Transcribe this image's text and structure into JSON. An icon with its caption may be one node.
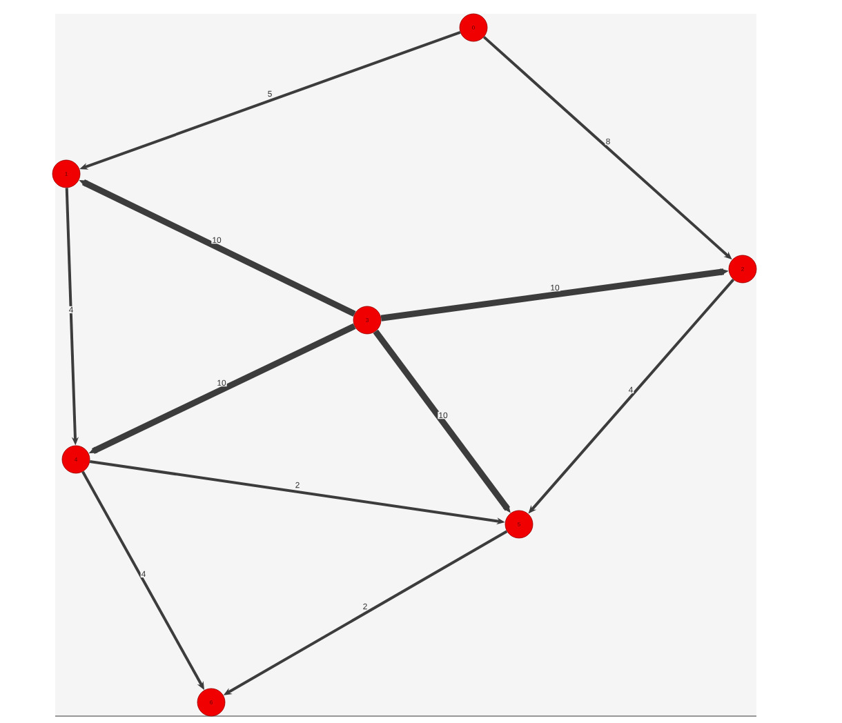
{
  "diagram": {
    "nodes": [
      {
        "text": [
          "0"
        ]
      },
      {
        "text": [
          "1"
        ]
      },
      {
        "text": [
          "2"
        ]
      },
      {
        "text": [
          "3"
        ]
      },
      {
        "text": [
          "4"
        ]
      },
      {
        "text": [
          "5"
        ]
      },
      {
        "text": [
          "6"
        ]
      }
    ],
    "edges": [
      {
        "from": 0,
        "to": 1,
        "arrow": "to",
        "label": "5"
      },
      {
        "from": 0,
        "to": 2,
        "arrow": "to",
        "label": "8"
      },
      {
        "from": 3,
        "to": 1,
        "arrow": "to",
        "label": "10",
        "style": "thick"
      },
      {
        "from": 3,
        "to": 2,
        "arrow": "to",
        "label": "10",
        "style": "thick"
      },
      {
        "from": 1,
        "to": 4,
        "arrow": "to",
        "label": "4"
      },
      {
        "from": 3,
        "to": 4,
        "arrow": "to",
        "label": "10",
        "style": "thick"
      },
      {
        "from": 3,
        "to": 5,
        "arrow": "to",
        "label": "10",
        "style": "thick"
      },
      {
        "from": 2,
        "to": 5,
        "arrow": "to",
        "label": "4"
      },
      {
        "from": 4,
        "to": 5,
        "arrow": "to",
        "label": "2"
      },
      {
        "from": 4,
        "to": 6,
        "arrow": "to",
        "label": "4"
      },
      {
        "from": 5,
        "to": 6,
        "arrow": "to",
        "label": "2"
      }
    ]
  }
}
